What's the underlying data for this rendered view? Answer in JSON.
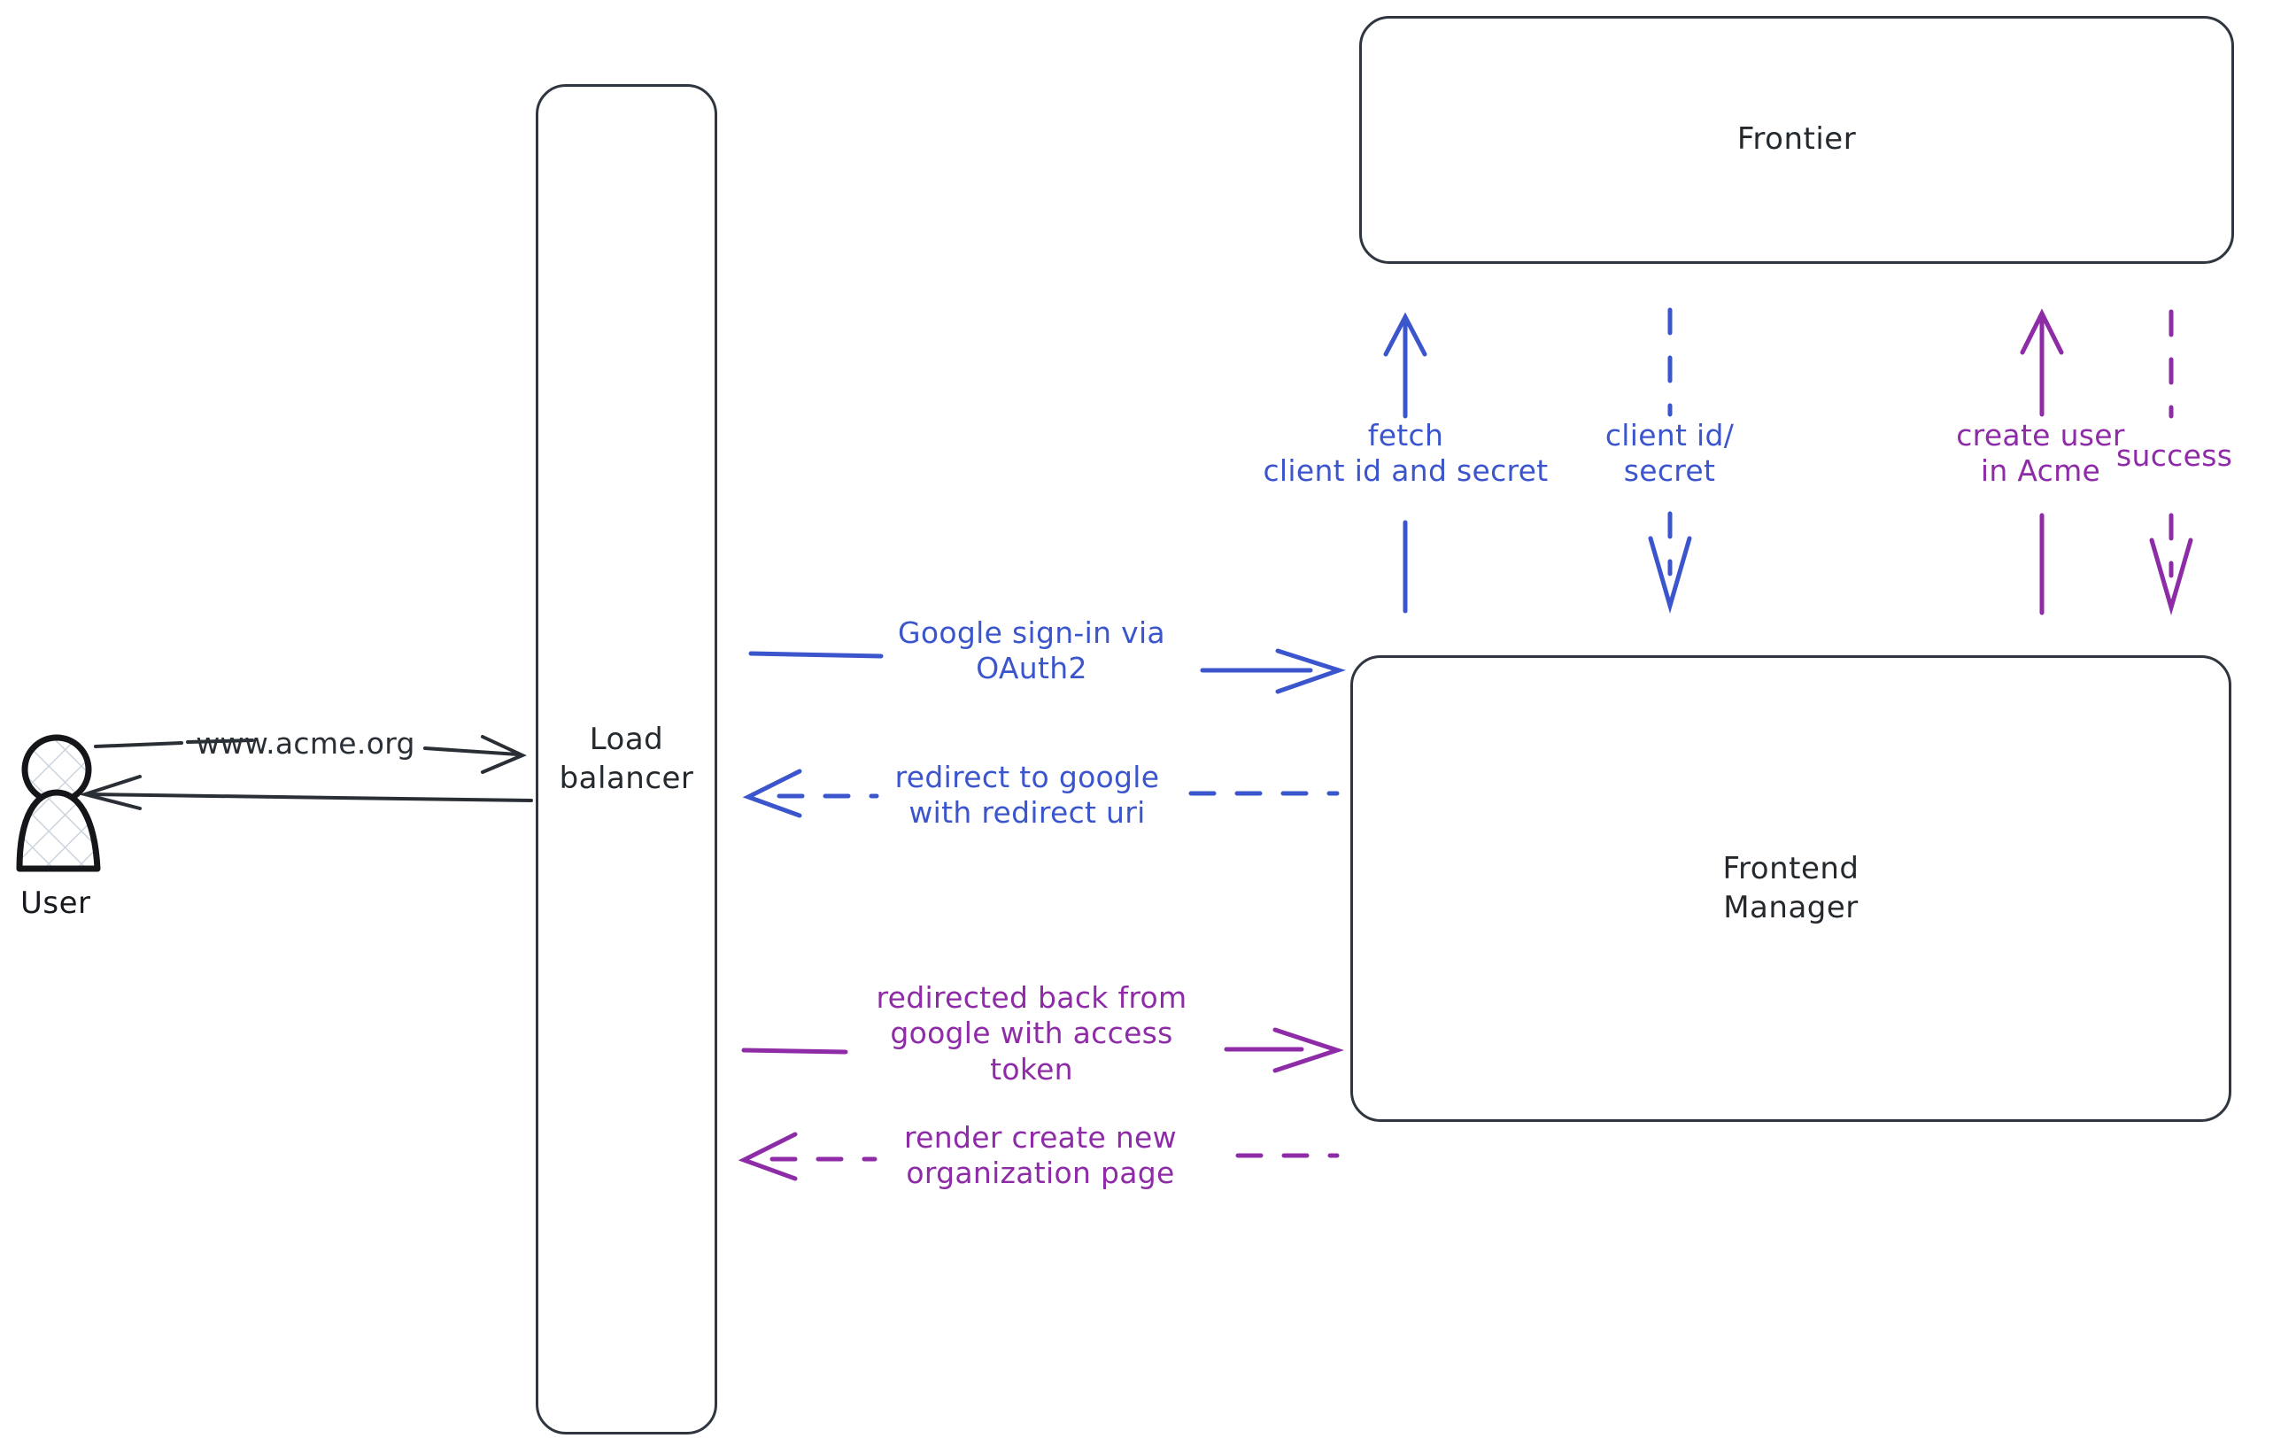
{
  "diagram": {
    "title": "Google OAuth2 sign-in flow",
    "colors": {
      "dark": "#2f3640",
      "blue": "#3b55cc",
      "purple": "#8e2ba6",
      "background": "#ffffff"
    }
  },
  "actors": [
    {
      "id": "user",
      "caption": "User",
      "icon": "user-person-icon"
    }
  ],
  "nodes": [
    {
      "id": "load-balancer",
      "label": "Load\nbalancer"
    },
    {
      "id": "frontier",
      "label": "Frontier"
    },
    {
      "id": "frontend-manager",
      "label": "Frontend\nManager"
    }
  ],
  "edges": [
    {
      "id": "user-to-lb",
      "label": "www.acme.org",
      "color": "#2a2f36",
      "style": "solid",
      "direction": "right",
      "from": "user",
      "to": "load-balancer"
    },
    {
      "id": "lb-to-user",
      "label": "",
      "color": "#2a2f36",
      "style": "solid",
      "direction": "left",
      "from": "load-balancer",
      "to": "user"
    },
    {
      "id": "lb-to-fm-signin",
      "label": "Google sign-in via\nOAuth2",
      "color": "#3b55cc",
      "style": "solid",
      "direction": "right",
      "from": "load-balancer",
      "to": "frontend-manager"
    },
    {
      "id": "fm-to-lb-redirect",
      "label": "redirect to google\nwith redirect uri",
      "color": "#3b55cc",
      "style": "dashed",
      "direction": "left",
      "from": "frontend-manager",
      "to": "load-balancer"
    },
    {
      "id": "lb-to-fm-token",
      "label": "redirected back from\ngoogle with access\ntoken",
      "color": "#8e2ba6",
      "style": "solid",
      "direction": "right",
      "from": "load-balancer",
      "to": "frontend-manager"
    },
    {
      "id": "fm-to-lb-render",
      "label": "render create new\norganization page",
      "color": "#8e2ba6",
      "style": "dashed",
      "direction": "left",
      "from": "frontend-manager",
      "to": "load-balancer"
    },
    {
      "id": "fm-to-frontier-fetch",
      "label": "fetch\nclient id and secret",
      "color": "#3b55cc",
      "style": "solid",
      "direction": "up",
      "from": "frontend-manager",
      "to": "frontier"
    },
    {
      "id": "frontier-to-fm-creds",
      "label": "client id/\nsecret",
      "color": "#3b55cc",
      "style": "dashed",
      "direction": "down",
      "from": "frontier",
      "to": "frontend-manager"
    },
    {
      "id": "fm-to-frontier-create-user",
      "label": "create user\nin Acme",
      "color": "#8e2ba6",
      "style": "solid",
      "direction": "up",
      "from": "frontend-manager",
      "to": "frontier"
    },
    {
      "id": "frontier-to-fm-success",
      "label": "success",
      "color": "#8e2ba6",
      "style": "dashed",
      "direction": "down",
      "from": "frontier",
      "to": "frontend-manager"
    }
  ]
}
